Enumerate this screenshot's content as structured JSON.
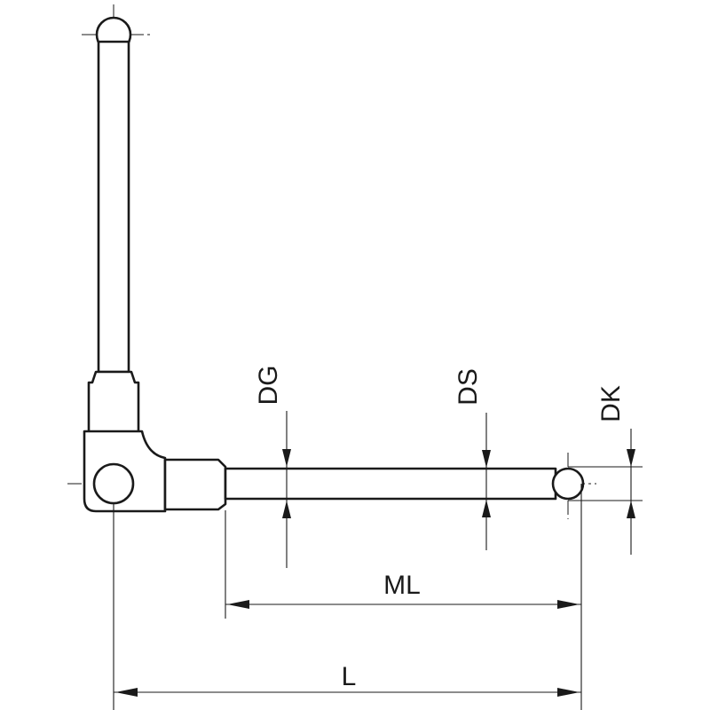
{
  "dimensions": {
    "dg": "DG",
    "ds": "DS",
    "dk": "DK",
    "ml": "ML",
    "l": "L"
  }
}
